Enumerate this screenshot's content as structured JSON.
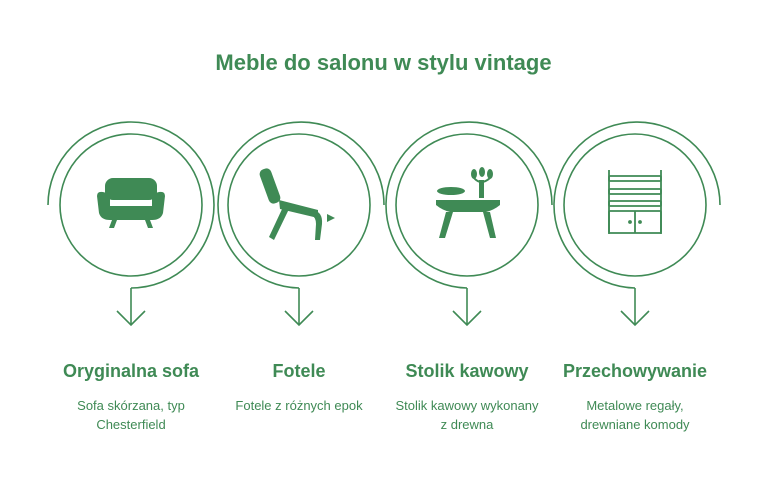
{
  "title": "Meble do salonu w stylu vintage",
  "accent_color": "#3f8a55",
  "steps": [
    {
      "icon": "sofa-icon",
      "label": "Oryginalna sofa",
      "description": "Sofa skórzana, typ Chesterfield"
    },
    {
      "icon": "armchair-icon",
      "label": "Fotele",
      "description": "Fotele z różnych epok"
    },
    {
      "icon": "coffee-table-icon",
      "label": "Stolik kawowy",
      "description": "Stolik kawowy wykonany z drewna"
    },
    {
      "icon": "cabinet-icon",
      "label": "Przechowywanie",
      "description": "Metalowe regały, drewniane komody"
    }
  ]
}
